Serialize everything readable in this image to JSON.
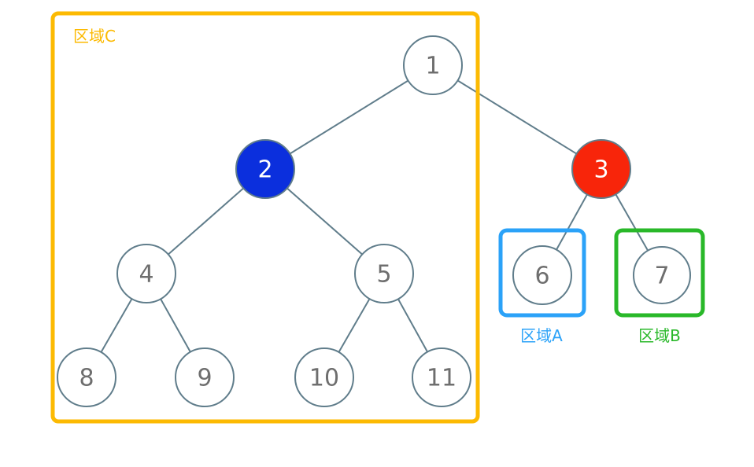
{
  "diagram": {
    "type": "binary-tree",
    "background": "#ffffff"
  },
  "colors": {
    "edge": "#607d8b",
    "node_stroke": "#607d8b",
    "node_text_gray": "#6e6e6e",
    "node_text_white": "#ffffff",
    "node_fill_default": "#ffffff",
    "node2_fill_blue": "#0b2fdd",
    "node3_fill_red": "#f8250a",
    "region_a_blue": "#2ba2f8",
    "region_b_green": "#29b829",
    "region_c_yellow": "#fcba02"
  },
  "regions": {
    "a": {
      "label": "区域A",
      "color": "#2ba2f8"
    },
    "b": {
      "label": "区域B",
      "color": "#29b829"
    },
    "c": {
      "label": "区域C",
      "color": "#fcba02"
    }
  },
  "nodes": {
    "n1": {
      "label": "1",
      "fill": "#ffffff",
      "text": "#6e6e6e"
    },
    "n2": {
      "label": "2",
      "fill": "#0b2fdd",
      "text": "#ffffff"
    },
    "n3": {
      "label": "3",
      "fill": "#f8250a",
      "text": "#ffffff"
    },
    "n4": {
      "label": "4",
      "fill": "#ffffff",
      "text": "#6e6e6e"
    },
    "n5": {
      "label": "5",
      "fill": "#ffffff",
      "text": "#6e6e6e"
    },
    "n6": {
      "label": "6",
      "fill": "#ffffff",
      "text": "#6e6e6e"
    },
    "n7": {
      "label": "7",
      "fill": "#ffffff",
      "text": "#6e6e6e"
    },
    "n8": {
      "label": "8",
      "fill": "#ffffff",
      "text": "#6e6e6e"
    },
    "n9": {
      "label": "9",
      "fill": "#ffffff",
      "text": "#6e6e6e"
    },
    "n10": {
      "label": "10",
      "fill": "#ffffff",
      "text": "#6e6e6e"
    },
    "n11": {
      "label": "11",
      "fill": "#ffffff",
      "text": "#6e6e6e"
    }
  },
  "edges": [
    [
      "1",
      "2"
    ],
    [
      "1",
      "3"
    ],
    [
      "2",
      "4"
    ],
    [
      "2",
      "5"
    ],
    [
      "3",
      "6"
    ],
    [
      "3",
      "7"
    ],
    [
      "4",
      "8"
    ],
    [
      "4",
      "9"
    ],
    [
      "5",
      "10"
    ],
    [
      "5",
      "11"
    ]
  ]
}
